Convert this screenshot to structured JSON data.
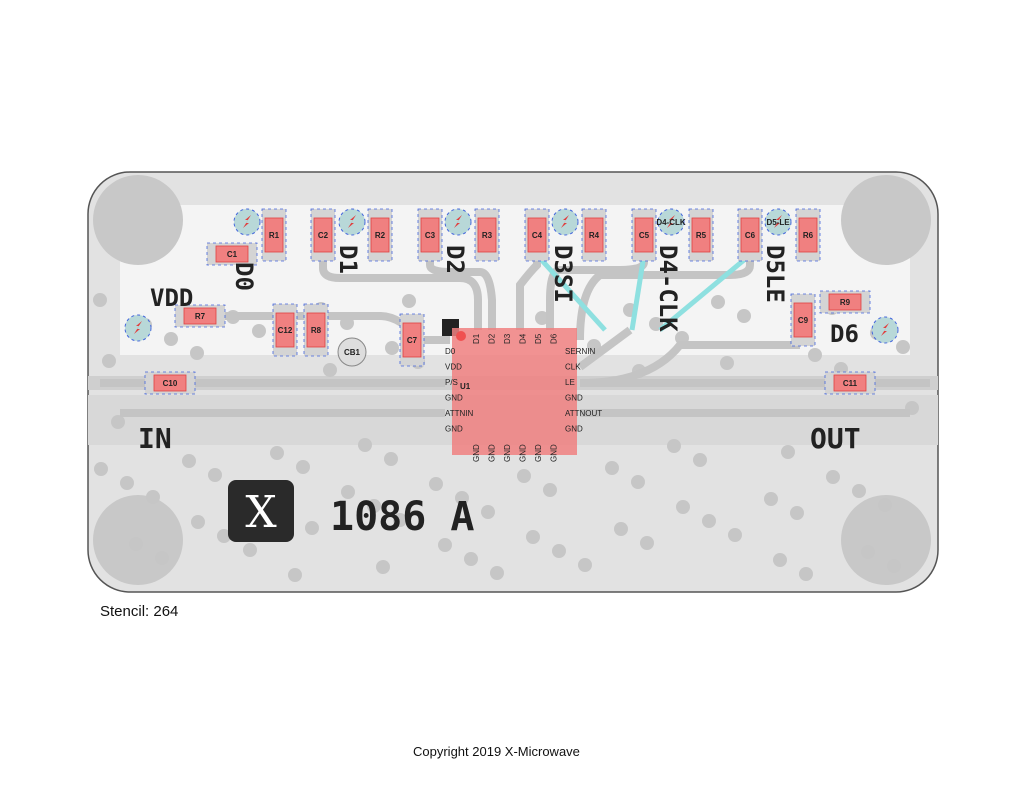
{
  "board": {
    "part_number": "1086 A",
    "logo": "X",
    "port_in": "IN",
    "port_out": "OUT",
    "net_labels": [
      "VDD",
      "D0",
      "D1",
      "D2",
      "D3SI",
      "D4-CLK",
      "D5LE",
      "D6"
    ]
  },
  "chip": {
    "ref": "U1",
    "top_pins": [
      "D1",
      "D2",
      "D3",
      "D4",
      "D5",
      "D6"
    ],
    "left_pins": [
      "D0",
      "VDD",
      "P/S",
      "GND",
      "ATTNIN",
      "GND"
    ],
    "right_pins": [
      "SERNIN",
      "CLK",
      "LE",
      "GND",
      "ATTNOUT",
      "GND"
    ],
    "bottom_pins": [
      "GND",
      "GND",
      "GND",
      "GND",
      "GND",
      "GND"
    ]
  },
  "components": [
    "C1",
    "R1",
    "C2",
    "R2",
    "C3",
    "R3",
    "C4",
    "R4",
    "C5",
    "R5",
    "C6",
    "R6",
    "R7",
    "C12",
    "R8",
    "C7",
    "C9",
    "R9",
    "C10",
    "C11"
  ],
  "diodes": [
    "",
    "",
    "",
    "",
    "D4-CLK",
    "D5-LE",
    "",
    ""
  ],
  "bypass": "CB1",
  "stencil": "Stencil: 264",
  "copyright": "Copyright 2019 X-Microwave",
  "colors": {
    "pad": "#f08080",
    "board": "#e2e2e2",
    "trace": "#c4c4c4",
    "highlight": "#8ee0e0"
  }
}
